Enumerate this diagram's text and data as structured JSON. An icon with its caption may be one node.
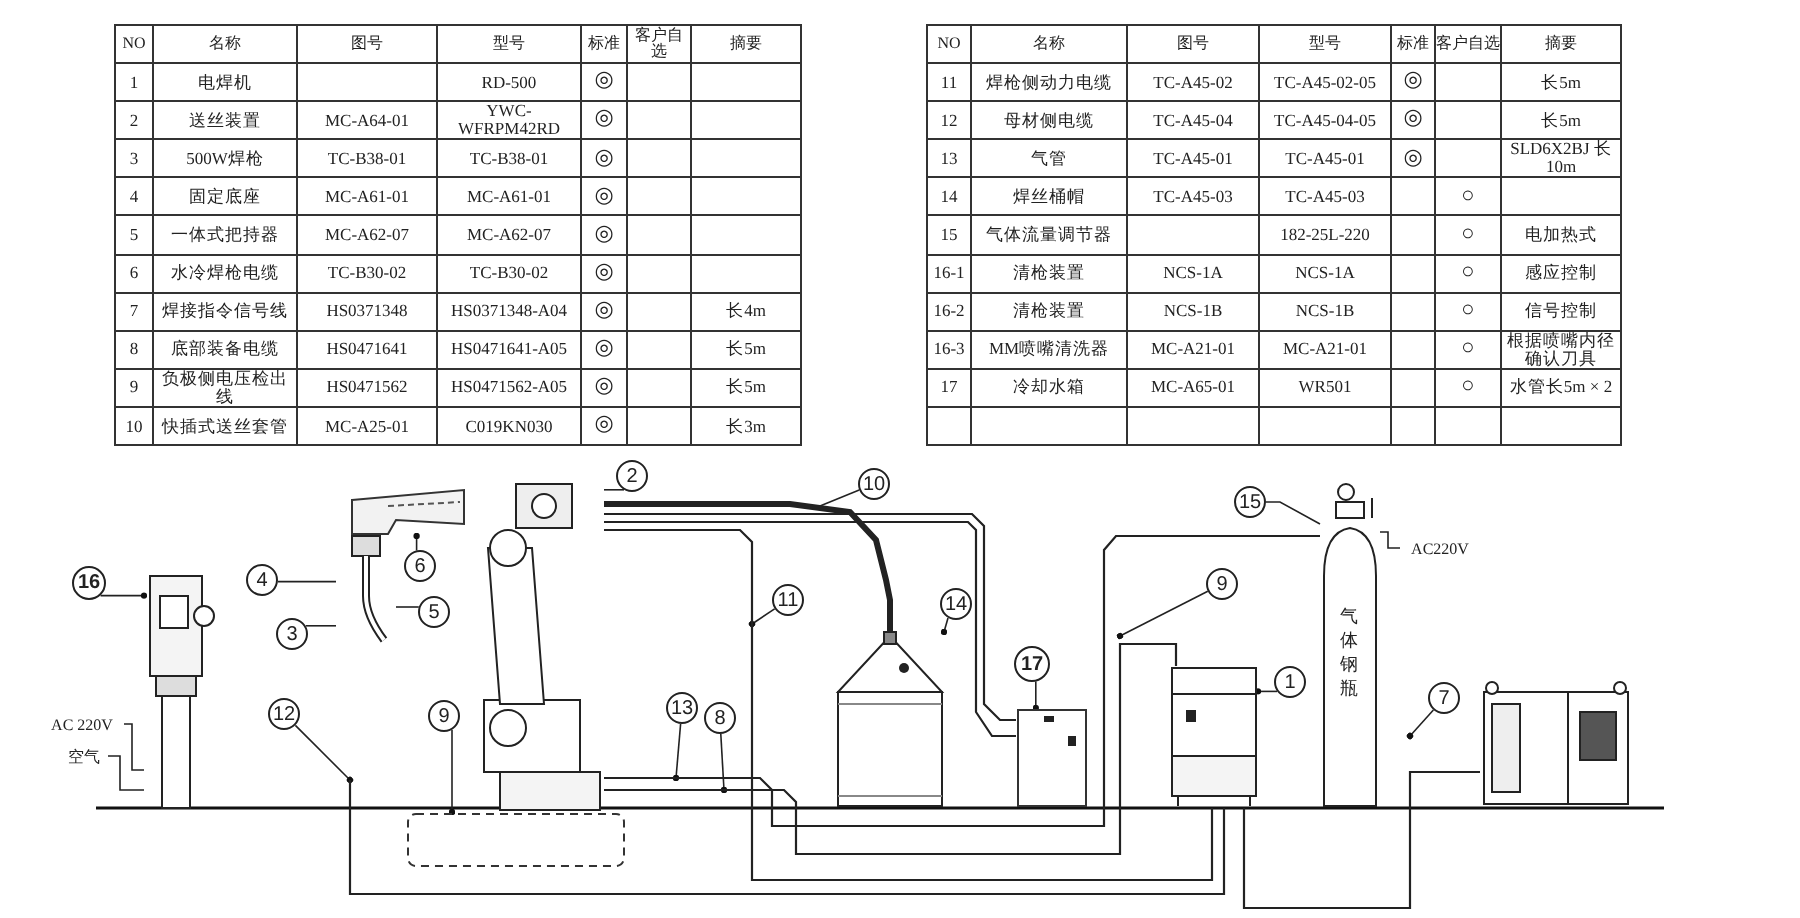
{
  "diagram": {
    "nodes": [
      {
        "text": [
          "16"
        ]
      },
      {
        "text": [],
        "shape": "picture"
      },
      {
        "text": [
          "4"
        ]
      },
      {
        "text": [
          "3"
        ]
      },
      {
        "text": [
          "5"
        ]
      },
      {
        "text": [
          "6"
        ]
      },
      {
        "text": [
          "2"
        ]
      },
      {
        "text": [],
        "shape": "picture"
      },
      {
        "text": [],
        "shape": "picture"
      },
      {
        "text": [
          "10"
        ]
      },
      {
        "text": [
          "11"
        ]
      },
      {
        "text": [
          "12"
        ]
      },
      {
        "text": [
          "9"
        ]
      },
      {
        "text": [
          "13"
        ]
      },
      {
        "text": [
          "8"
        ]
      },
      {
        "text": [
          "14"
        ]
      },
      {
        "text": [],
        "shape": "picture"
      },
      {
        "text": [
          "17"
        ]
      },
      {
        "text": [],
        "shape": "box"
      },
      {
        "text": [
          "15"
        ]
      },
      {
        "text": [
          "气体钢瓶"
        ]
      },
      {
        "text": [
          "9"
        ]
      },
      {
        "text": [
          "1"
        ]
      },
      {
        "text": [],
        "shape": "picture"
      },
      {
        "text": [
          "7"
        ]
      },
      {
        "text": [],
        "shape": "picture"
      },
      {
        "text": [
          "AC 220V"
        ]
      },
      {
        "text": [
          "空气"
        ]
      },
      {
        "text": [
          "AC220V"
        ]
      },
      {
        "text": [],
        "shape": "picture"
      },
      {
        "text": [],
        "shape": "box"
      }
    ],
    "edges": [
      {
        "from": 0,
        "to": 1,
        "arrow": "other"
      },
      {
        "from": 2,
        "to": 7,
        "arrow": "none"
      },
      {
        "from": 3,
        "to": 7,
        "arrow": "none"
      },
      {
        "from": 4,
        "to": 7,
        "arrow": "none"
      },
      {
        "from": 5,
        "to": 29,
        "arrow": "other"
      },
      {
        "from": 6,
        "to": 8,
        "arrow": "none"
      },
      {
        "from": 9,
        "to": null,
        "arrow": "none"
      },
      {
        "from": 10,
        "to": null,
        "arrow": "other"
      },
      {
        "from": 11,
        "to": null,
        "arrow": "other"
      },
      {
        "from": 12,
        "to": 30,
        "arrow": "other"
      },
      {
        "from": 13,
        "to": null,
        "arrow": "other"
      },
      {
        "from": 14,
        "to": null,
        "arrow": "other"
      },
      {
        "from": 15,
        "to": 16,
        "arrow": "other"
      },
      {
        "from": 17,
        "to": 18,
        "arrow": "other"
      },
      {
        "from": 19,
        "to": 20,
        "arrow": "none"
      },
      {
        "from": 21,
        "to": null,
        "arrow": "other"
      },
      {
        "from": 22,
        "to": 23,
        "arrow": "other"
      },
      {
        "from": 24,
        "to": null,
        "arrow": "other"
      },
      {
        "from": 26,
        "to": 1,
        "arrow": "none"
      },
      {
        "from": 27,
        "to": 1,
        "arrow": "none"
      },
      {
        "from": 28,
        "to": 20,
        "arrow": "none"
      },
      {
        "from": 8,
        "to": 16,
        "arrow": "none",
        "style": "thick"
      },
      {
        "from": 8,
        "to": 18,
        "arrow": "none"
      },
      {
        "from": 8,
        "to": 18,
        "arrow": "none"
      },
      {
        "from": 8,
        "to": 23,
        "arrow": "none"
      },
      {
        "from": 8,
        "to": 20,
        "arrow": "none"
      },
      {
        "from": 8,
        "to": 23,
        "arrow": "none"
      },
      {
        "from": null,
        "to": 23,
        "arrow": "none"
      },
      {
        "from": 23,
        "to": 25,
        "arrow": "none"
      }
    ],
    "labels": [
      "NO",
      "名称",
      "图号",
      "型号",
      "标准",
      "客户自选",
      "摘要",
      "1",
      "电焊机",
      "RD-500",
      "◎",
      "2",
      "送丝装置",
      "MC-A64-01",
      "YWC-WFRPM42RD",
      "◎",
      "3",
      "500W焊枪",
      "TC-B38-01",
      "TC-B38-01",
      "◎",
      "4",
      "固定底座",
      "MC-A61-01",
      "MC-A61-01",
      "◎",
      "5",
      "一体式把持器",
      "MC-A62-07",
      "MC-A62-07",
      "◎",
      "6",
      "水冷焊枪电缆",
      "TC-B30-02",
      "TC-B30-02",
      "◎",
      "7",
      "焊接指令信号线",
      "HS0371348",
      "HS0371348-A04",
      "◎",
      "长4m",
      "8",
      "底部装备电缆",
      "HS0471641",
      "HS0471641-A05",
      "◎",
      "长5m",
      "9",
      "负极侧电压检出线",
      "HS0471562",
      "HS0471562-A05",
      "◎",
      "长5m",
      "10",
      "快插式送丝套管",
      "MC-A25-01",
      "C019KN030",
      "◎",
      "长3m",
      "NO",
      "名称",
      "图号",
      "型号",
      "标准",
      "客户自选",
      "摘要",
      "11",
      "焊枪侧动力电缆",
      "TC-A45-02",
      "TC-A45-02-05",
      "◎",
      "长5m",
      "12",
      "母材侧电缆",
      "TC-A45-04",
      "TC-A45-04-05",
      "◎",
      "长5m",
      "13",
      "气管",
      "TC-A45-01",
      "TC-A45-01",
      "◎",
      "SLD6X2BJ 长10m",
      "14",
      "焊丝桶帽",
      "TC-A45-03",
      "TC-A45-03",
      "○",
      "15",
      "气体流量调节器",
      "182-25L-220",
      "○",
      "电加热式",
      "16-1",
      "清枪装置",
      "NCS-1A",
      "NCS-1A",
      "○",
      "感应控制",
      "16-2",
      "清枪装置",
      "NCS-1B",
      "NCS-1B",
      "○",
      "信号控制",
      "16-3",
      "MM喷嘴清洗器",
      "MC-A21-01",
      "MC-A21-01",
      "○",
      "根据喷嘴内径确认刀具",
      "17",
      "冷却水箱",
      "MC-A65-01",
      "WR501",
      "○",
      "水管长5m × 2"
    ]
  }
}
